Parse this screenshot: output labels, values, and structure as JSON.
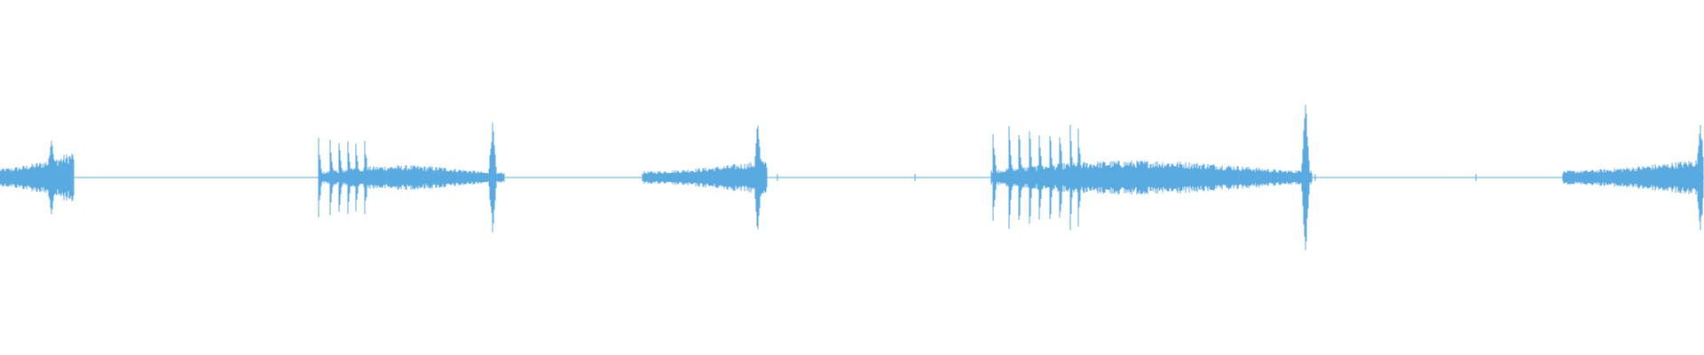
{
  "waveform": {
    "color": "#5aaae2",
    "background": "#ffffff",
    "segments": [
      {
        "name": "burst-1",
        "start": 0.0,
        "end": 0.043,
        "type": "swell",
        "amp": 0.3,
        "peak_at": 0.03,
        "peak_amp": 0.55
      },
      {
        "name": "burst-2",
        "start": 0.187,
        "end": 0.296,
        "type": "plucks",
        "amp": 0.1,
        "plucks": [
          0.187,
          0.194,
          0.199,
          0.204,
          0.209,
          0.214
        ],
        "pluck_amp": 0.45,
        "peak_at": 0.289,
        "peak_amp": 0.65
      },
      {
        "name": "burst-3",
        "start": 0.377,
        "end": 0.45,
        "type": "swell",
        "amp": 0.2,
        "peak_at": 0.445,
        "peak_amp": 0.7
      },
      {
        "name": "burst-4",
        "start": 0.582,
        "end": 0.77,
        "type": "plucks",
        "amp": 0.14,
        "plucks": [
          0.583,
          0.592,
          0.598,
          0.604,
          0.61,
          0.616,
          0.622,
          0.628,
          0.633
        ],
        "pluck_amp": 0.6,
        "peak_at": 0.766,
        "peak_amp": 1.0
      },
      {
        "name": "burst-5",
        "start": 0.917,
        "end": 1.0,
        "type": "swell",
        "amp": 0.22,
        "peak_at": 0.998,
        "peak_amp": 0.7
      }
    ],
    "ticks": [
      0.456,
      0.537,
      0.633,
      0.772,
      0.866
    ]
  }
}
